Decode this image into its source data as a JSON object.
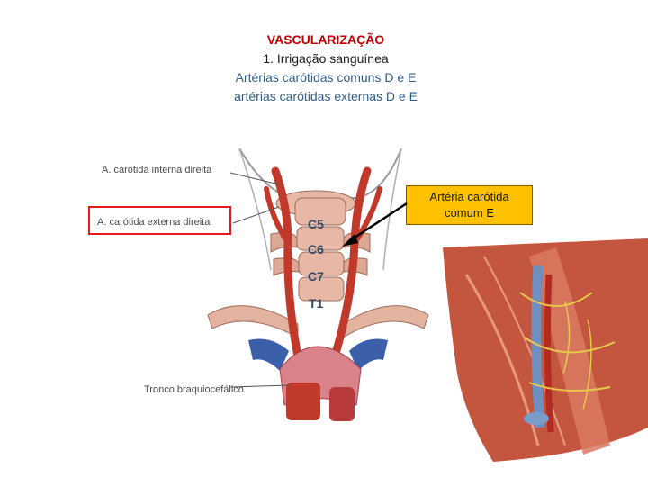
{
  "title": {
    "line1": "VASCULARIZAÇÃO",
    "line2": "1. Irrigação sanguínea",
    "line3": "Artérias carótidas comuns D e E",
    "line4": "artérias carótidas externas D e E"
  },
  "diagram": {
    "label_internal": "A. carótida interna direita",
    "label_external": "A. carótida externa direita",
    "label_brachiocephalic": "Tronco braquiocefálico",
    "vertebrae": [
      "C5",
      "C6",
      "C7",
      "T1"
    ]
  },
  "callout": {
    "line1": "Artéria carótida",
    "line2": "comum E"
  },
  "colors": {
    "title_red": "#c00000",
    "title_blue": "#2f5d8a",
    "callout_bg": "#ffc000",
    "highlight_border": "#e21b1b",
    "artery": "#c0392b",
    "vein": "#3b5fa8",
    "bone": "#e8b8a6"
  }
}
